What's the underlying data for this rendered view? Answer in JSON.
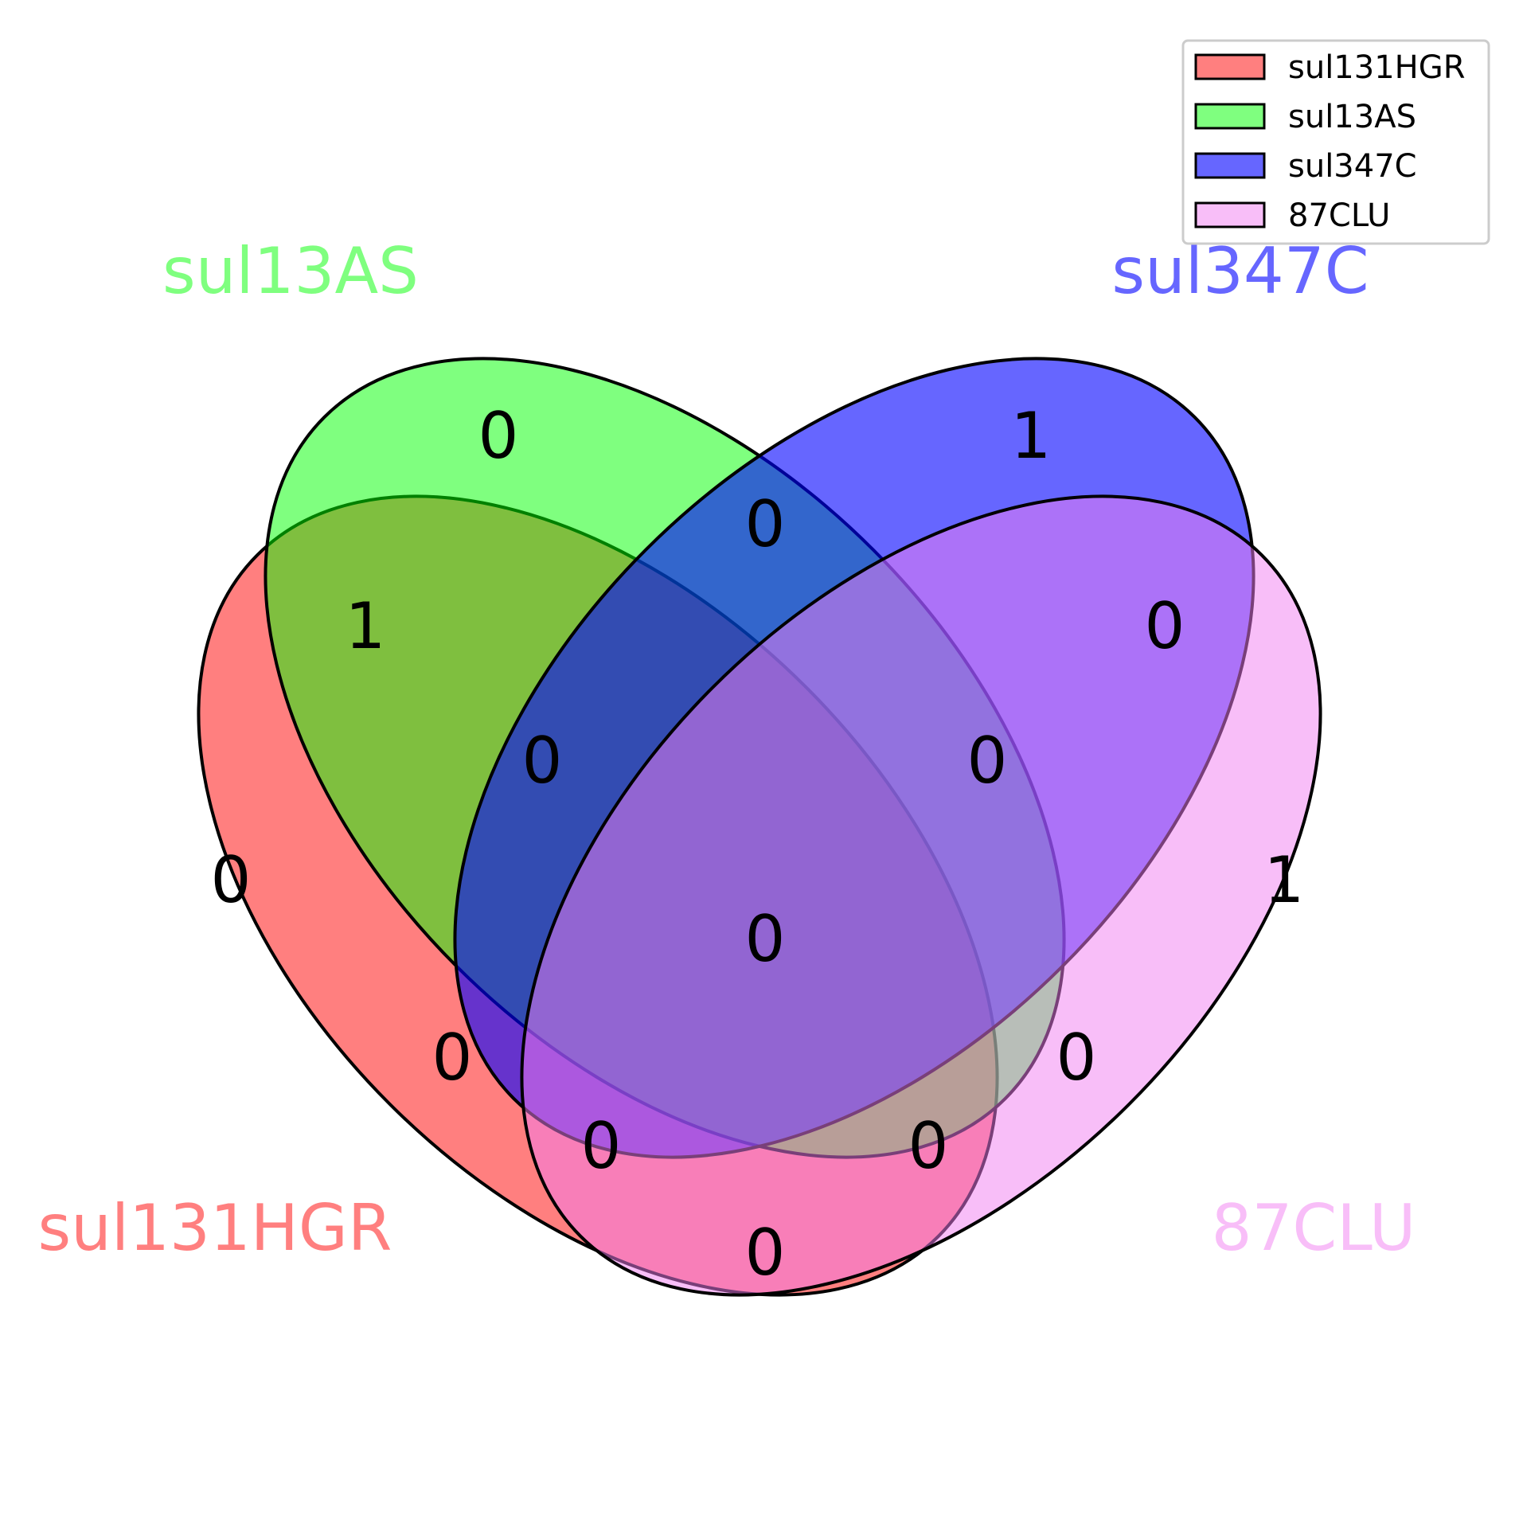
{
  "sets": [
    {
      "key": "A",
      "name": "sul131HGR",
      "color": "#ff0000"
    },
    {
      "key": "B",
      "name": "sul13AS",
      "color": "#00ff00"
    },
    {
      "key": "C",
      "name": "sul347C",
      "color": "#0000ff"
    },
    {
      "key": "D",
      "name": "87CLU",
      "color": "#f27ef2"
    }
  ],
  "regions": {
    "A": "0",
    "B": "0",
    "C": "1",
    "D": "1",
    "AB": "1",
    "BC": "0",
    "CD": "0",
    "AD": "0",
    "ABC": "0",
    "BCD": "0",
    "ABD": "0",
    "ACD": "0",
    "AC": "0",
    "BD": "0",
    "ABCD": "0"
  }
}
